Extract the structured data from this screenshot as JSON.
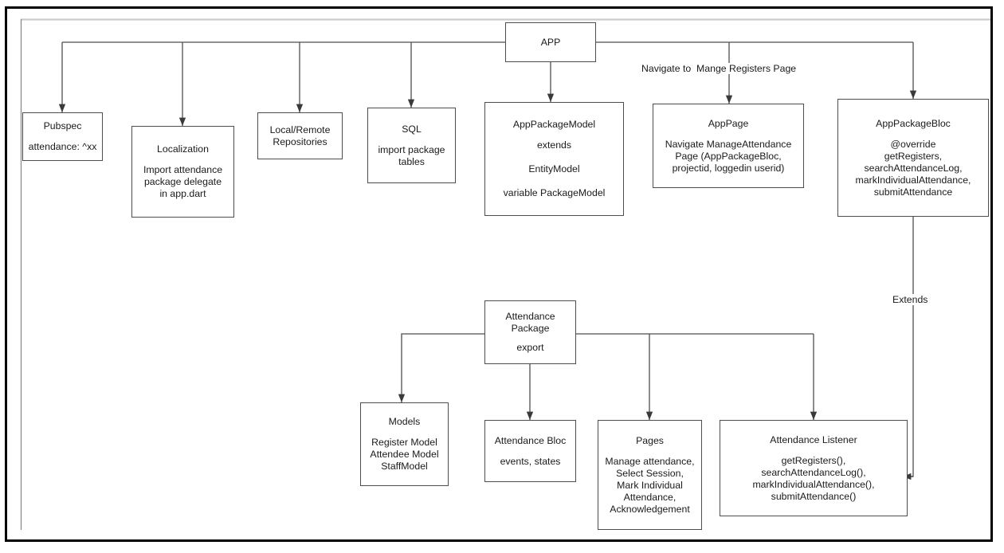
{
  "diagram": {
    "title_note": "Attendance package integration flow diagram",
    "nodes": {
      "app": {
        "title": "APP",
        "body": ""
      },
      "pubspec": {
        "title": "Pubspec",
        "body": "attendance: ^xx"
      },
      "localization": {
        "title": "Localization",
        "body": "Import attendance\npackage delegate\nin app.dart"
      },
      "repositories": {
        "title": "Local/Remote\nRepositories",
        "body": ""
      },
      "sql": {
        "title": "SQL",
        "body": "import package\ntables"
      },
      "app_package_model": {
        "title": "AppPackageModel",
        "body": "extends\n\nEntityModel\n\nvariable PackageModel"
      },
      "app_page": {
        "title": "AppPage",
        "body": "Navigate ManageAttendance\nPage (AppPackageBloc,\nprojectid, loggedin userid)"
      },
      "app_package_bloc": {
        "title": "AppPackageBloc",
        "body": "@override\ngetRegisters,\nsearchAttendanceLog,\nmarkIndividualAttendance,\nsubmitAttendance"
      },
      "attendance_package": {
        "title": "Attendance\nPackage",
        "body": "export"
      },
      "models": {
        "title": "Models",
        "body": "Register Model\nAttendee Model\nStaffModel"
      },
      "attendance_bloc": {
        "title": "Attendance Bloc",
        "body": "events, states"
      },
      "pages": {
        "title": "Pages",
        "body": "Manage attendance,\nSelect Session,\nMark Individual\nAttendance,\nAcknowledgement"
      },
      "attendance_listener": {
        "title": "Attendance Listener",
        "body": "getRegisters(),\nsearchAttendanceLog(),\nmarkIndividualAttendance(),\nsubmitAttendance()"
      }
    },
    "edge_labels": {
      "navigate": "Navigate to  Mange Registers Page",
      "extends": "Extends"
    },
    "colors": {
      "frame": "#000000",
      "node_border": "#4d4d4d",
      "connector": "#4d4d4d",
      "text": "#1a1a1a",
      "background": "#ffffff",
      "top_rule": "#cccccc"
    }
  }
}
